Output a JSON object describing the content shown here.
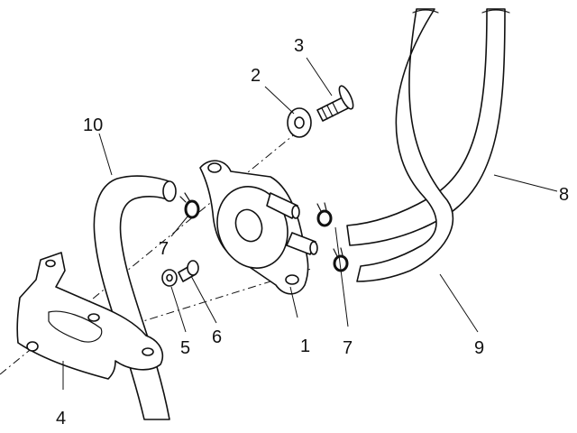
{
  "callouts": {
    "c1": "1",
    "c2": "2",
    "c3": "3",
    "c4": "4",
    "c5": "5",
    "c6": "6",
    "c7a": "7",
    "c7b": "7",
    "c8": "8",
    "c9": "9",
    "c10": "10"
  },
  "colors": {
    "line": "#111111",
    "background": "#ffffff"
  }
}
